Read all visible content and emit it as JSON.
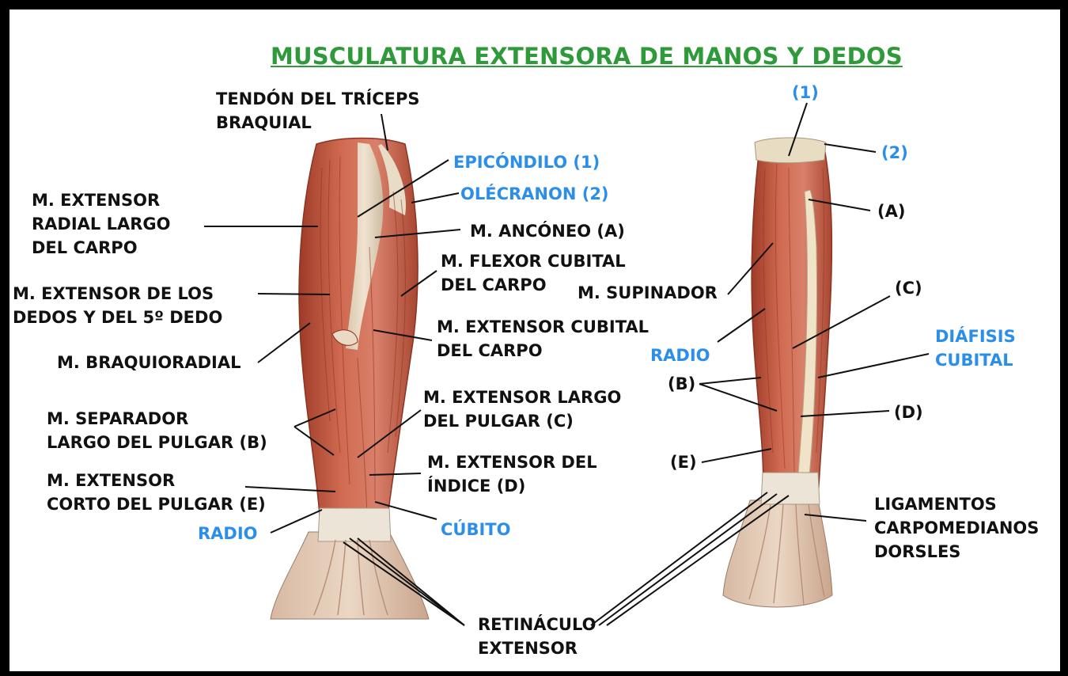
{
  "title": "MUSCULATURA EXTENSORA DE MANOS Y DEDOS",
  "colors": {
    "title": "#2e9a3a",
    "bone_label": "#2b8ee8",
    "muscle_label": "#111111",
    "muscle": "#c4553c",
    "tendon": "#e9dcc3"
  },
  "left_labels": {
    "triceps": "TENDÓN DEL TRÍCEPS\nBRAQUIAL",
    "epicondilo": "EPICÓNDILO (1)",
    "olecranon": "OLÉCRANON (2)",
    "ext_radial": "M. EXTENSOR\nRADIAL LARGO\nDEL CARPO",
    "anconeo": "M. ANCÓNEO (A)",
    "flexor_cubital": "M. FLEXOR CUBITAL\nDEL CARPO",
    "ext_dedos": "M. EXTENSOR DE LOS\nDEDOS Y DEL 5º DEDO",
    "braquioradial": "M. BRAQUIORADIAL",
    "ext_cubital": "M. EXTENSOR CUBITAL\nDEL CARPO",
    "ext_largo_pulgar": "M. EXTENSOR LARGO\nDEL PULGAR (C)",
    "separador": "M. SEPARADOR\nLARGO DEL PULGAR (B)",
    "ext_indice": "M. EXTENSOR DEL\nÍNDICE (D)",
    "ext_corto": "M. EXTENSOR\nCORTO DEL PULGAR (E)",
    "radio": "RADIO",
    "cubito": "CÚBITO"
  },
  "right_labels": {
    "one": "(1)",
    "two": "(2)",
    "a": "(A)",
    "supinador": "M. SUPINADOR",
    "c": "(C)",
    "radio": "RADIO",
    "diafisis": "DIÁFISIS\nCUBITAL",
    "b": "(B)",
    "d": "(D)",
    "e": "(E)",
    "ligamentos": "LIGAMENTOS\nCARPOMEDIANOS\nDORSLES"
  },
  "shared_labels": {
    "retinaculo": "RETINÁCULO\nEXTENSOR"
  }
}
